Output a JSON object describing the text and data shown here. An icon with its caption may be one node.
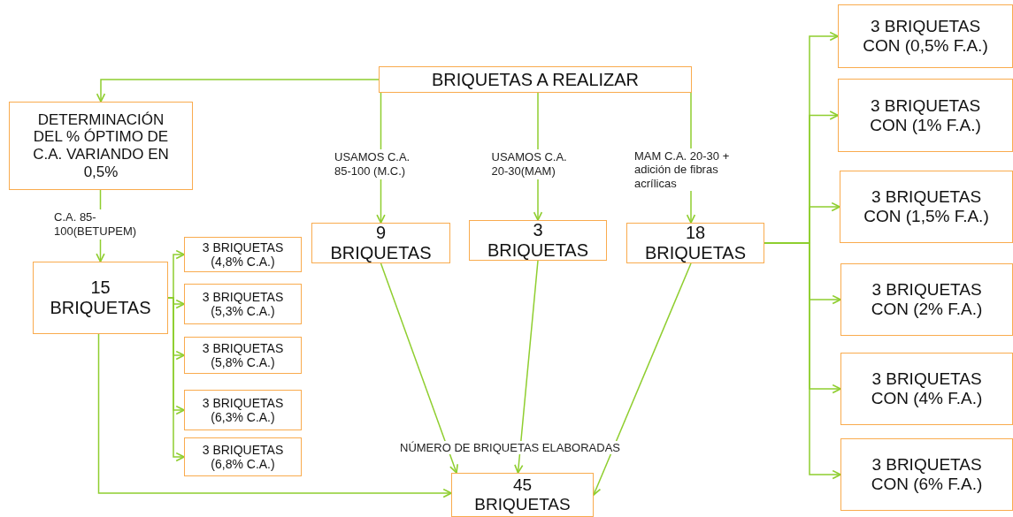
{
  "diagram": {
    "nodes": [
      {
        "text": [
          "BRIQUETAS A REALIZAR"
        ]
      },
      {
        "text": [
          "DETERMINACIÓN DEL % ÓPTIMO DE C.A. VARIANDO EN 0,5%"
        ]
      },
      {
        "text": [
          "15 BRIQUETAS"
        ]
      },
      {
        "text": [
          "3 BRIQUETAS (4,8% C.A.)"
        ]
      },
      {
        "text": [
          "3 BRIQUETAS (5,3% C.A.)"
        ]
      },
      {
        "text": [
          "3 BRIQUETAS (5,8% C.A.)"
        ]
      },
      {
        "text": [
          "3 BRIQUETAS (6,3% C.A.)"
        ]
      },
      {
        "text": [
          "3 BRIQUETAS (6,8% C.A.)"
        ]
      },
      {
        "text": [
          "9 BRIQUETAS"
        ]
      },
      {
        "text": [
          "3 BRIQUETAS"
        ]
      },
      {
        "text": [
          "18 BRIQUETAS"
        ]
      },
      {
        "text": [
          "3 BRIQUETAS CON (0,5% F.A.)"
        ]
      },
      {
        "text": [
          "3 BRIQUETAS CON (1% F.A.)"
        ]
      },
      {
        "text": [
          "3 BRIQUETAS CON (1,5% F.A.)"
        ]
      },
      {
        "text": [
          "3 BRIQUETAS CON (2% F.A.)"
        ]
      },
      {
        "text": [
          "3 BRIQUETAS CON (4% F.A.)"
        ]
      },
      {
        "text": [
          "3 BRIQUETAS CON (6% F.A.)"
        ]
      },
      {
        "text": [
          "45 BRIQUETAS"
        ],
        "beside": [
          "NÚMERO DE BRIQUETAS ELABORADAS"
        ]
      }
    ],
    "edges": [
      {
        "from": 0,
        "to": 1,
        "arrow": "to"
      },
      {
        "from": 1,
        "to": 2,
        "arrow": "to",
        "label": "C.A. 85- 100(BETUPEM)"
      },
      {
        "from": 0,
        "to": 8,
        "arrow": "to",
        "label": "USAMOS C.A. 85-100 (M.C.)"
      },
      {
        "from": 0,
        "to": 9,
        "arrow": "to",
        "label": "USAMOS C.A. 20-30(MAM)"
      },
      {
        "from": 0,
        "to": 10,
        "arrow": "to",
        "label": "MAM C.A. 20-30 + adición de fibras acrílicas"
      },
      {
        "from": 2,
        "to": 3,
        "arrow": "to"
      },
      {
        "from": 2,
        "to": 4,
        "arrow": "to"
      },
      {
        "from": 2,
        "to": 5,
        "arrow": "to"
      },
      {
        "from": 2,
        "to": 6,
        "arrow": "to"
      },
      {
        "from": 2,
        "to": 7,
        "arrow": "to"
      },
      {
        "from": 10,
        "to": 11,
        "arrow": "to"
      },
      {
        "from": 10,
        "to": 12,
        "arrow": "to"
      },
      {
        "from": 10,
        "to": 13,
        "arrow": "to"
      },
      {
        "from": 10,
        "to": 14,
        "arrow": "to"
      },
      {
        "from": 10,
        "to": 15,
        "arrow": "to"
      },
      {
        "from": 10,
        "to": 16,
        "arrow": "to"
      },
      {
        "from": 2,
        "to": 17,
        "arrow": "to"
      },
      {
        "from": 8,
        "to": 17,
        "arrow": "to"
      },
      {
        "from": 9,
        "to": 17,
        "arrow": "to"
      },
      {
        "from": 10,
        "to": 17,
        "arrow": "to"
      }
    ]
  }
}
